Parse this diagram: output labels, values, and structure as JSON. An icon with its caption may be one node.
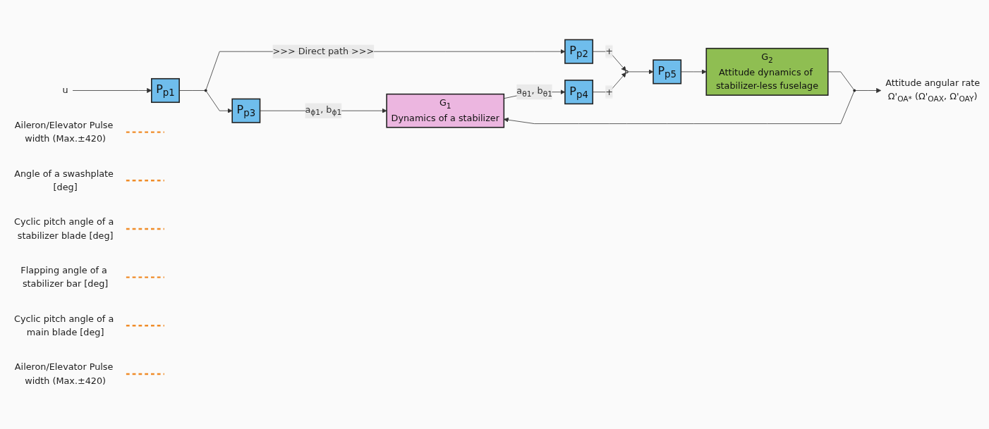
{
  "diagram": {
    "nodes": [
      {
        "text": [
          "u"
        ]
      },
      {
        "text": [
          "P$_{p1}$"
        ]
      },
      {
        "text": [],
        "shape": "circle"
      },
      {
        "text": [
          "P$_{p3}$"
        ]
      },
      {
        "text": [
          "P$_{p2}$"
        ]
      },
      {
        "text": [
          "G$_{1}$",
          "Dynamics of a stabilizer"
        ]
      },
      {
        "text": [
          "P$_{p4}$"
        ]
      },
      {
        "text": [],
        "shape": "circle"
      },
      {
        "text": [
          "P$_{p5}$"
        ]
      },
      {
        "text": [
          "G$_{2}$",
          "Attitude dynamics of stabilizer-less fuselage"
        ]
      },
      {
        "text": [],
        "shape": "circle"
      },
      {
        "text": [
          "Attitude angular rate",
          "Ω'$_{OA*}$ (Ω'$_{OAX}$, Ω'$_{OAY}$)"
        ]
      },
      {
        "text": [
          "Aileron/Elevator Pulse width (Max.±420)"
        ]
      },
      {
        "text": [
          "Angle of a swashplate [deg]"
        ]
      },
      {
        "text": [
          "Cyclic pitch angle of a stabilizer blade [deg]"
        ]
      },
      {
        "text": [
          "Flapping angle of a stabilizer bar [deg]"
        ]
      },
      {
        "text": [
          "Cyclic pitch angle of a main blade [deg]"
        ]
      },
      {
        "text": [
          "Aileron/Elevator Pulse width (Max.±420)"
        ]
      }
    ],
    "edges": [
      {
        "from": 0,
        "to": 1,
        "arrow": "to"
      },
      {
        "from": 1,
        "to": 2,
        "arrow": "none"
      },
      {
        "from": 2,
        "to": 3,
        "arrow": "to"
      },
      {
        "from": 2,
        "to": 4,
        "arrow": "to",
        "label": ">>> Direct path >>>"
      },
      {
        "from": 3,
        "to": 5,
        "arrow": "to",
        "label": "a$_{ϕ1}$, b$_{ϕ1}$"
      },
      {
        "from": 5,
        "to": 6,
        "arrow": "to",
        "label": "a$_{θ1}$, b$_{θ1}$"
      },
      {
        "from": 4,
        "to": 7,
        "arrow": "to",
        "label": "+"
      },
      {
        "from": 6,
        "to": 7,
        "arrow": "to",
        "label": "+"
      },
      {
        "from": 7,
        "to": 8,
        "arrow": "to"
      },
      {
        "from": 8,
        "to": 9,
        "arrow": "to"
      },
      {
        "from": 9,
        "to": 10,
        "arrow": "none"
      },
      {
        "from": 10,
        "to": 5,
        "arrow": "to"
      },
      {
        "from": 10,
        "to": 11,
        "arrow": "to"
      },
      {
        "from": 12,
        "to": null,
        "arrow": "none",
        "style": "dashed",
        "color": "#f08c28"
      },
      {
        "from": 13,
        "to": null,
        "arrow": "none",
        "style": "dashed",
        "color": "#f08c28"
      },
      {
        "from": 14,
        "to": null,
        "arrow": "none",
        "style": "dashed",
        "color": "#f08c28"
      },
      {
        "from": 15,
        "to": null,
        "arrow": "none",
        "style": "dashed",
        "color": "#f08c28"
      },
      {
        "from": 16,
        "to": null,
        "arrow": "none",
        "style": "dashed",
        "color": "#f08c28"
      },
      {
        "from": 17,
        "to": null,
        "arrow": "none",
        "style": "dashed",
        "color": "#f08c28"
      }
    ]
  }
}
